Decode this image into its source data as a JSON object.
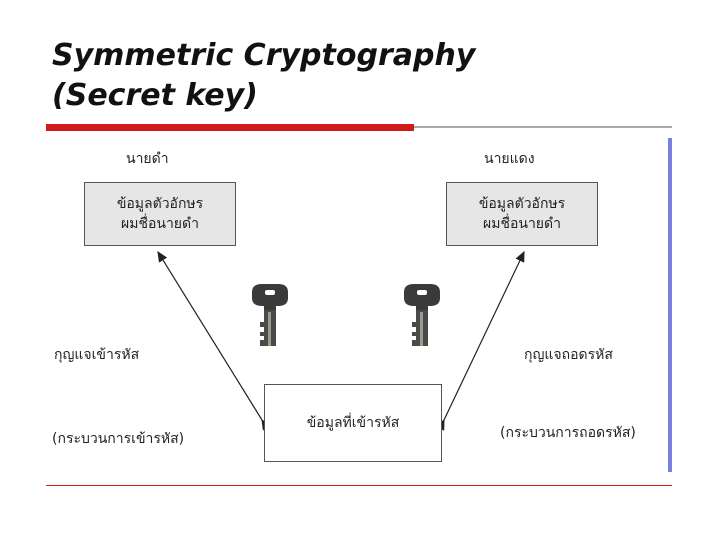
{
  "title": {
    "line1": "Symmetric Cryptography",
    "line2": "(Secret key)"
  },
  "diagram": {
    "sender_name": "นายดำ",
    "receiver_name": "นายแดง",
    "sender_box": {
      "line1": "ข้อมูลตัวอักษร",
      "line2": "ผมชื่อนายดำ"
    },
    "receiver_box": {
      "line1": "ข้อมูลตัวอักษร",
      "line2": "ผมชื่อนายดำ"
    },
    "encrypted_box": "ข้อมูลที่เข้ารหัส",
    "encrypt_key_label": "กุญแจเข้ารหัส",
    "decrypt_key_label": "กุญแจถอดรหัส",
    "encrypt_process": "(กระบวนการเข้ารหัส)",
    "decrypt_process": "(กระบวนการถอดรหัส)",
    "icons": [
      "key-icon",
      "key-icon"
    ]
  },
  "colors": {
    "title_rule": "#d11a1a",
    "diagram_border": "#7b7fe0",
    "key": "#3a3a3a"
  }
}
